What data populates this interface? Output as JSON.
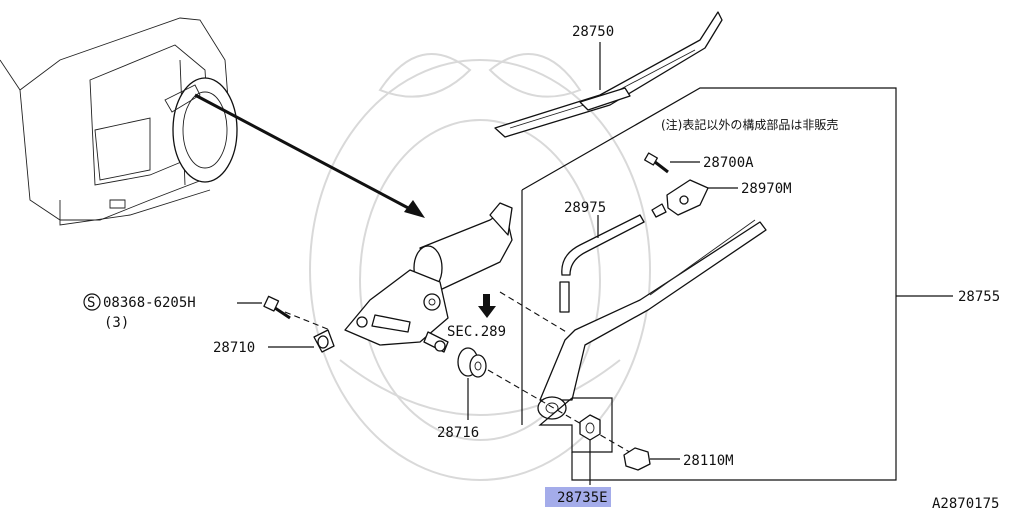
{
  "labels": {
    "wiper_blade": "28750",
    "note": "(注)表記以外の構成部品は非販売",
    "screw": "28700A",
    "nozzle": "28970M",
    "blade_rubber": "28975",
    "arm_assembly": "28755",
    "bolt_part": "08368-6205H",
    "bolt_qty": "(3)",
    "bolt_symbol": "S",
    "bushing": "28710",
    "section_ref": "SEC.289",
    "grommet": "28716",
    "cap": "28110M",
    "nut": "28735E",
    "diagram_code": "A2870175"
  },
  "colors": {
    "highlight": "#9aa3e8",
    "line": "#111111"
  }
}
